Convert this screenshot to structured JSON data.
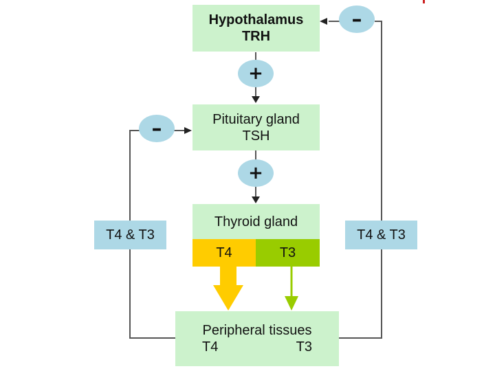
{
  "hypothalamus": {
    "title": "Hypothalamus",
    "hormone": "TRH"
  },
  "pituitary": {
    "title": "Pituitary gland",
    "hormone": "TSH"
  },
  "thyroid": {
    "title": "Thyroid gland",
    "t4_label": "T4",
    "t3_label": "T3"
  },
  "peripheral": {
    "title": "Peripheral tissues",
    "from": "T4",
    "to": "T3"
  },
  "feedback_left_label": "T4 & T3",
  "feedback_right_label": "T4 & T3",
  "signs": {
    "stimulate_pituitary": "+",
    "stimulate_thyroid": "+",
    "inhibit_hypothalamus": "–",
    "inhibit_pituitary": "–"
  },
  "colors": {
    "box_fill": "#ccf2cc",
    "sign_fill": "#add8e6",
    "t4": "#ffcc00",
    "t3": "#99cc00",
    "line": "#555555"
  }
}
